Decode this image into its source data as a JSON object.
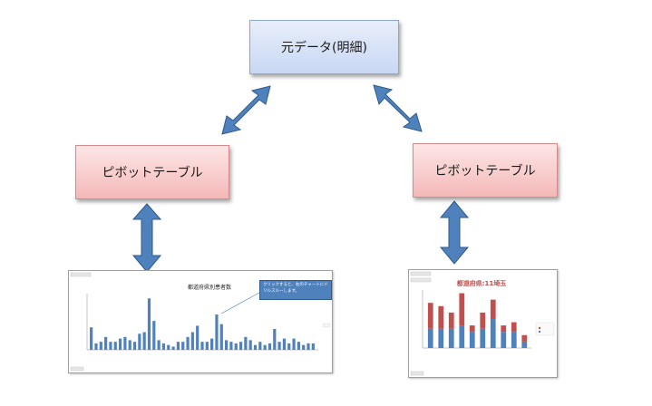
{
  "diagram": {
    "source_box": "元データ(明細)",
    "pivot_left": "ピボットテーブル",
    "pivot_right": "ピボットテーブル"
  },
  "colors": {
    "arrow_fill": "#4f81bd",
    "arrow_stroke": "#2d5a8c",
    "bar_blue": "#4f81bd",
    "bar_red": "#c0504d"
  },
  "chart_left": {
    "title": "都道府県別患者数",
    "callout": "クリックすると、右のチャートにドリルスルーします。"
  },
  "chart_right": {
    "title": "都道府県:11埼玉"
  },
  "chart_data": [
    {
      "type": "bar",
      "title": "都道府県別患者数",
      "values": [
        14,
        4,
        5,
        8,
        5,
        5,
        7,
        8,
        6,
        5,
        10,
        11,
        32,
        18,
        6,
        4,
        3,
        2,
        5,
        5,
        8,
        11,
        15,
        5,
        5,
        7,
        22,
        16,
        6,
        5,
        4,
        5,
        8,
        6,
        3,
        5,
        3,
        4,
        13,
        5,
        7,
        4,
        7,
        5,
        3,
        4,
        4
      ],
      "ylim": [
        0,
        35
      ]
    },
    {
      "type": "bar",
      "title": "都道府県:11埼玉",
      "series": [
        {
          "name": "",
          "values": [
            6,
            6,
            6,
            7,
            5,
            6,
            9,
            5,
            5,
            2
          ]
        },
        {
          "name": "",
          "values": [
            8,
            7,
            5,
            10,
            2,
            5,
            6,
            2,
            3,
            2
          ]
        }
      ],
      "ylim": [
        0,
        18
      ]
    }
  ]
}
